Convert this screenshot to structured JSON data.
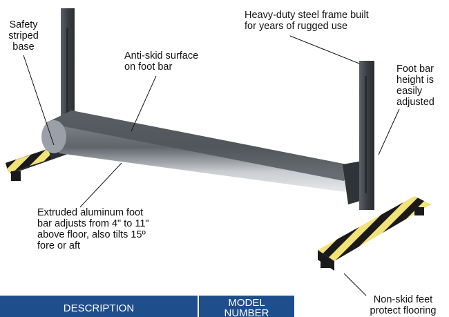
{
  "callouts": {
    "safety": "Safety\nstriped\nbase",
    "anti_skid": "Anti-skid  surface\non foot bar",
    "steel_frame": "Heavy-duty steel frame built\nfor years of rugged use",
    "foot_bar_height": "Foot  bar\nheight is\neasily\nadjusted",
    "extruded": "Extruded aluminum foot\nbar adjusts from 4\" to 11\"\nabove floor, also tilts 15º\nfore or aft",
    "non_skid_feet": "Non-skid feet\nprotect flooring"
  },
  "table": {
    "header_description": "DESCRIPTION",
    "header_model": "MODEL\nNUMBER"
  },
  "colors": {
    "table_header_bg": "#1f4e8c",
    "stripe_yellow": "#f2e27a",
    "stripe_black": "#1a1a1a",
    "frame_steel": "#3e4449"
  }
}
